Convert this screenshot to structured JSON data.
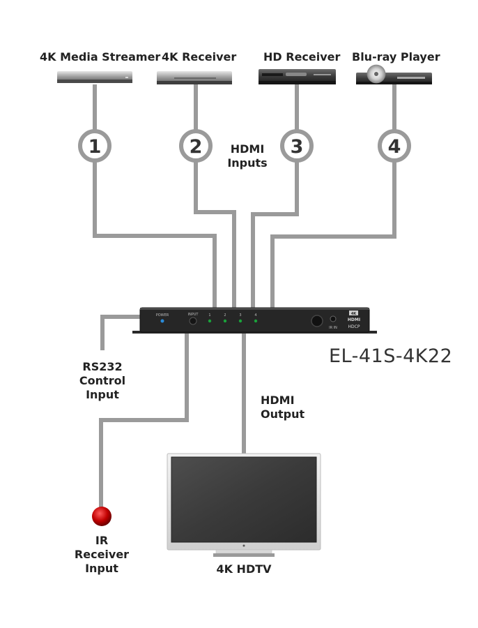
{
  "sources": [
    {
      "label": "4K Media Streamer",
      "number": "1"
    },
    {
      "label": "4K Receiver",
      "number": "2"
    },
    {
      "label": "HD Receiver",
      "number": "3"
    },
    {
      "label": "Blu-ray Player",
      "number": "4"
    }
  ],
  "hdmi_inputs_label": {
    "line1": "HDMI",
    "line2": "Inputs"
  },
  "switcher": {
    "model": "EL-41S-4K22",
    "power_label": "POWER",
    "input_label": "INPUT",
    "leds": [
      "1",
      "2",
      "3",
      "4"
    ],
    "ir_in_label": "IR IN",
    "hdmi_logo": "HDMI",
    "hdcp_logo": "HDCP",
    "badge": "4K"
  },
  "rs232_label": {
    "line1": "RS232",
    "line2": "Control",
    "line3": "Input"
  },
  "hdmi_output_label": {
    "line1": "HDMI",
    "line2": "Output"
  },
  "ir_receiver_label": {
    "line1": "IR",
    "line2": "Receiver",
    "line3": "Input"
  },
  "tv_label": "4K HDTV",
  "colors": {
    "cable": "#9a9a9a",
    "led": "#1aa33a",
    "power_led": "#2b8bd8",
    "ir_ball": "#c00000"
  }
}
